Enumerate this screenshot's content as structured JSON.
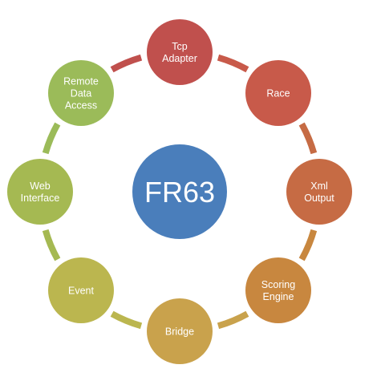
{
  "center": {
    "label": "FR63",
    "color": "#4a7ebb"
  },
  "nodes": [
    {
      "lines": [
        "Tcp",
        "Adapter"
      ],
      "color": "#c0504d"
    },
    {
      "lines": [
        "Race"
      ],
      "color": "#c85a4a"
    },
    {
      "lines": [
        "Xml",
        "Output"
      ],
      "color": "#c66b44"
    },
    {
      "lines": [
        "Scoring",
        "Engine"
      ],
      "color": "#c8873f"
    },
    {
      "lines": [
        "Bridge"
      ],
      "color": "#c9a24c"
    },
    {
      "lines": [
        "Event"
      ],
      "color": "#bbb64f"
    },
    {
      "lines": [
        "Web",
        "Interface"
      ],
      "color": "#a5b952"
    },
    {
      "lines": [
        "Remote",
        "Data",
        "Access"
      ],
      "color": "#9bbb59"
    }
  ]
}
